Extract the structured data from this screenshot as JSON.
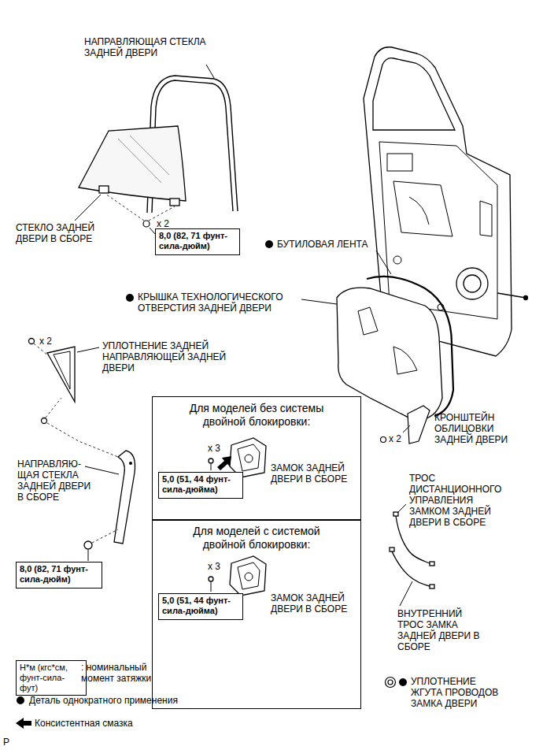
{
  "diagram": {
    "nodes": [
      {
        "text": [
          "8,0 (82, 71 фунт-сила-дюйм)"
        ]
      },
      {
        "text": [
          "Для моделей без системы двойной блокировки:"
        ]
      },
      {
        "text": [
          "5,0 (51, 44 фунт-сила-дюйма)"
        ],
        "in": 1
      },
      {
        "text": [
          "Для моделей с системой двойной блокировки:"
        ]
      },
      {
        "text": [
          "5,0 (51, 44 фунт-сила-дюйма)"
        ],
        "in": 3
      },
      {
        "text": [
          "8,0 (82, 71 фунт-сила-дюйм)"
        ]
      },
      {
        "text": [
          "Н*м (кгс*см, фунт-сила-фут)"
        ]
      }
    ],
    "labels": [
      "НАПРАВЛЯЮЩАЯ СТЕКЛА ЗАДНЕЙ ДВЕРИ",
      "СТЕКЛО ЗАДНЕЙ ДВЕРИ В СБОРЕ",
      "x 2",
      "БУТИЛОВАЯ ЛЕНТА",
      "КРЫШКА ТЕХНОЛОГИЧЕСКОГО ОТВЕРСТИЯ ЗАДНЕЙ ДВЕРИ",
      "x 2",
      "УПЛОТНЕНИЕ ЗАДНЕЙ НАПРАВЛЯЮЩЕЙ ЗАДНЕЙ ДВЕРИ",
      "КРОНШТЕЙН ОБЛИЦОВКИ ЗАДНЕЙ ДВЕРИ",
      "x 2",
      "НАПРАВЛЯЮ- ЩАЯ СТЕКЛА ЗАДНЕЙ ДВЕРИ В СБОРЕ",
      "x 3",
      "ЗАМОК ЗАДНЕЙ ДВЕРИ В СБОРЕ",
      "ТРОС ДИСТАНЦИОННОГО УПРАВЛЕНИЯ ЗАМКОМ ЗАДНЕЙ ДВЕРИ В СБОРЕ",
      "x 3",
      "ЗАМОК ЗАДНЕЙ ДВЕРИ В СБОРЕ",
      "ВНУТРЕННИЙ ТРОС ЗАМКА ЗАДНЕЙ ДВЕРИ В СБОРЕ",
      "УПЛОТНЕНИЕ ЖГУТА ПРОВОДОВ ЗАМКА ДВЕРИ",
      "P"
    ],
    "legend": [
      {
        "text": ": номинальный момент затяжки"
      },
      {
        "text": "Деталь однократного применения"
      },
      {
        "text": "Консистентная смазка"
      }
    ]
  }
}
